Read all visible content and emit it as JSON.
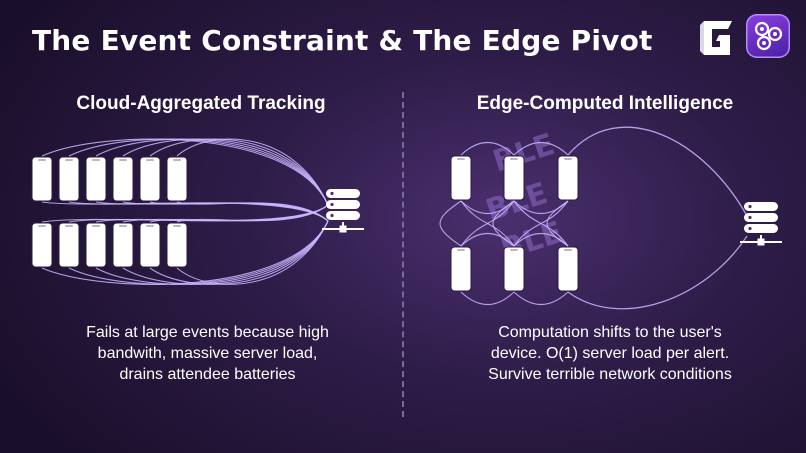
{
  "title": "The Event Constraint & The Edge Pivot",
  "logos": {
    "brand_icon": "g-logo-icon",
    "app_icon": "app-badge-icon"
  },
  "left": {
    "heading": "Cloud-Aggregated Tracking",
    "caption_lines": [
      "Fails at large events because high",
      "bandwith, massive server load,",
      "drains attendee batteries"
    ]
  },
  "right": {
    "heading": "Edge-Computed Intelligence",
    "caption_lines": [
      "Computation shifts to the user's",
      "device. O(1) server load per alert.",
      "Survive terrible network conditions"
    ],
    "watermark_glyphs": [
      "BLE",
      "BLE",
      "BLE"
    ]
  },
  "colors": {
    "background": "#2e1c48",
    "line": "#c9b6ff",
    "watermark": "#8e6bc7",
    "text": "#ffffff"
  }
}
